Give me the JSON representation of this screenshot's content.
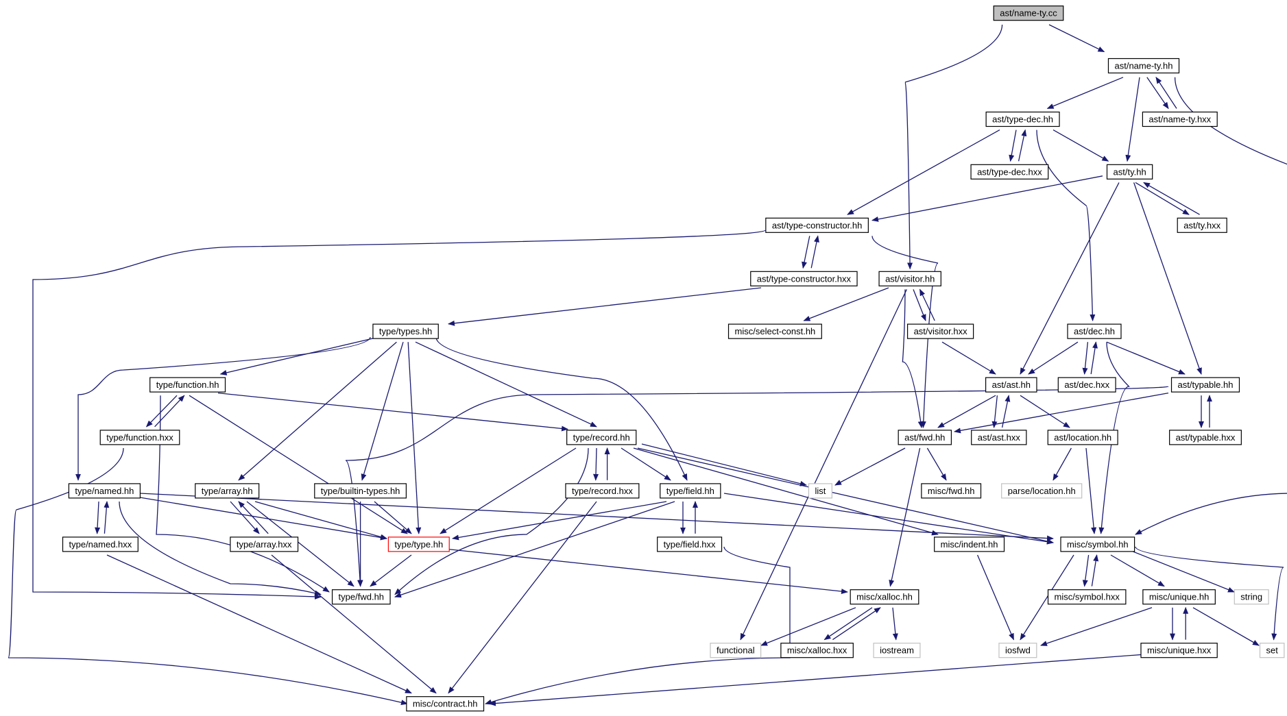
{
  "colors": {
    "edge": "#191970",
    "border": "#000000",
    "external_border": "#c0c0c0",
    "root_fill": "#bfbfbf",
    "highlight_border": "#ff0000",
    "text": "#000000"
  },
  "nodes": [
    {
      "id": "n_root",
      "label": "ast/name-ty.cc",
      "kind": "root"
    },
    {
      "id": "n_name_ty_hh",
      "label": "ast/name-ty.hh",
      "kind": "normal"
    },
    {
      "id": "n_name_ty_hxx",
      "label": "ast/name-ty.hxx",
      "kind": "normal"
    },
    {
      "id": "n_type_dec_hh",
      "label": "ast/type-dec.hh",
      "kind": "normal"
    },
    {
      "id": "n_type_dec_hxx",
      "label": "ast/type-dec.hxx",
      "kind": "normal"
    },
    {
      "id": "n_ty_hh",
      "label": "ast/ty.hh",
      "kind": "normal"
    },
    {
      "id": "n_ty_hxx",
      "label": "ast/ty.hxx",
      "kind": "normal"
    },
    {
      "id": "n_tc_hh",
      "label": "ast/type-constructor.hh",
      "kind": "normal"
    },
    {
      "id": "n_tc_hxx",
      "label": "ast/type-constructor.hxx",
      "kind": "normal"
    },
    {
      "id": "n_visitor_hh",
      "label": "ast/visitor.hh",
      "kind": "normal"
    },
    {
      "id": "n_visitor_hxx",
      "label": "ast/visitor.hxx",
      "kind": "normal"
    },
    {
      "id": "n_select_const",
      "label": "misc/select-const.hh",
      "kind": "normal"
    },
    {
      "id": "n_types_hh",
      "label": "type/types.hh",
      "kind": "normal"
    },
    {
      "id": "n_dec_hh",
      "label": "ast/dec.hh",
      "kind": "normal"
    },
    {
      "id": "n_dec_hxx",
      "label": "ast/dec.hxx",
      "kind": "normal"
    },
    {
      "id": "n_ast_hh",
      "label": "ast/ast.hh",
      "kind": "normal"
    },
    {
      "id": "n_ast_hxx",
      "label": "ast/ast.hxx",
      "kind": "normal"
    },
    {
      "id": "n_typable_hh",
      "label": "ast/typable.hh",
      "kind": "normal"
    },
    {
      "id": "n_typable_hxx",
      "label": "ast/typable.hxx",
      "kind": "normal"
    },
    {
      "id": "n_function_hh",
      "label": "type/function.hh",
      "kind": "normal"
    },
    {
      "id": "n_function_hxx",
      "label": "type/function.hxx",
      "kind": "normal"
    },
    {
      "id": "n_record_hh",
      "label": "type/record.hh",
      "kind": "normal"
    },
    {
      "id": "n_record_hxx",
      "label": "type/record.hxx",
      "kind": "normal"
    },
    {
      "id": "n_fwd_ast",
      "label": "ast/fwd.hh",
      "kind": "normal"
    },
    {
      "id": "n_location_hh",
      "label": "ast/location.hh",
      "kind": "normal"
    },
    {
      "id": "n_parse_loc",
      "label": "parse/location.hh",
      "kind": "external"
    },
    {
      "id": "n_named_hh",
      "label": "type/named.hh",
      "kind": "normal"
    },
    {
      "id": "n_named_hxx",
      "label": "type/named.hxx",
      "kind": "normal"
    },
    {
      "id": "n_array_hh",
      "label": "type/array.hh",
      "kind": "normal"
    },
    {
      "id": "n_array_hxx",
      "label": "type/array.hxx",
      "kind": "normal"
    },
    {
      "id": "n_builtin",
      "label": "type/builtin-types.hh",
      "kind": "normal"
    },
    {
      "id": "n_field_hh",
      "label": "type/field.hh",
      "kind": "normal"
    },
    {
      "id": "n_field_hxx",
      "label": "type/field.hxx",
      "kind": "normal"
    },
    {
      "id": "n_list",
      "label": "list",
      "kind": "external"
    },
    {
      "id": "n_misc_fwd",
      "label": "misc/fwd.hh",
      "kind": "normal"
    },
    {
      "id": "n_type_type",
      "label": "type/type.hh",
      "kind": "highlight"
    },
    {
      "id": "n_misc_indent",
      "label": "misc/indent.hh",
      "kind": "normal"
    },
    {
      "id": "n_symbol_hh",
      "label": "misc/symbol.hh",
      "kind": "normal"
    },
    {
      "id": "n_symbol_hxx",
      "label": "misc/symbol.hxx",
      "kind": "normal"
    },
    {
      "id": "n_type_fwd",
      "label": "type/fwd.hh",
      "kind": "normal"
    },
    {
      "id": "n_xalloc_hh",
      "label": "misc/xalloc.hh",
      "kind": "normal"
    },
    {
      "id": "n_xalloc_hxx",
      "label": "misc/xalloc.hxx",
      "kind": "normal"
    },
    {
      "id": "n_unique_hh",
      "label": "misc/unique.hh",
      "kind": "normal"
    },
    {
      "id": "n_unique_hxx",
      "label": "misc/unique.hxx",
      "kind": "normal"
    },
    {
      "id": "n_string",
      "label": "string",
      "kind": "external"
    },
    {
      "id": "n_functional",
      "label": "functional",
      "kind": "external"
    },
    {
      "id": "n_iostream",
      "label": "iostream",
      "kind": "external"
    },
    {
      "id": "n_iosfwd",
      "label": "iosfwd",
      "kind": "external"
    },
    {
      "id": "n_set_a",
      "label": "set",
      "kind": "external"
    },
    {
      "id": "n_contract",
      "label": "misc/contract.hh",
      "kind": "normal"
    }
  ]
}
